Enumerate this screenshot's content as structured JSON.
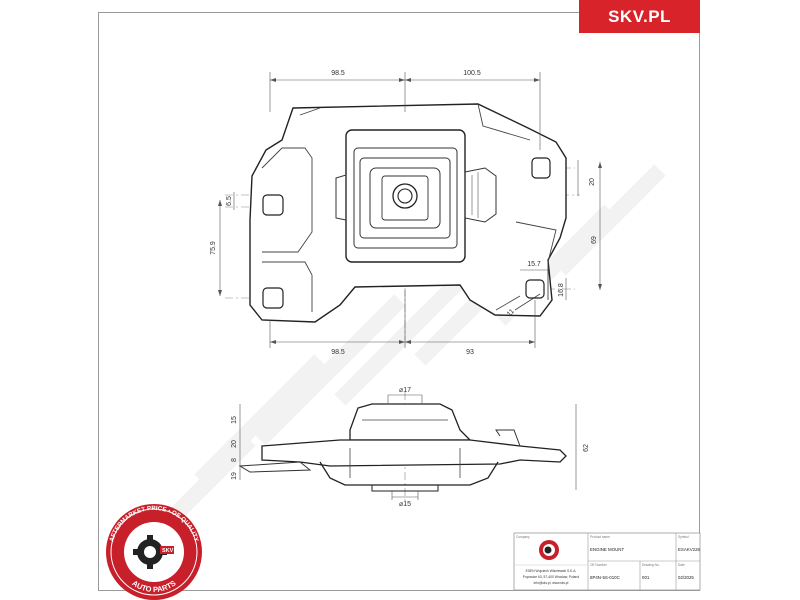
{
  "brand": {
    "tab_label": "SKV.PL",
    "color": "#d8232a"
  },
  "top_view": {
    "dims": {
      "top_left": "98.5",
      "top_right": "100.5",
      "bottom_left": "98.5",
      "bottom_right": "93",
      "left_small": "6.5",
      "left_height": "75.9",
      "right_slot": "20",
      "right_height": "69",
      "right_bottom_width": "15.7",
      "right_bottom_small": "16.8",
      "hole_diameter": "11"
    }
  },
  "side_view": {
    "dims": {
      "top_diameter": "⌀17",
      "bottom_diameter": "⌀15",
      "height": "62",
      "left_a": "15",
      "left_b": "20",
      "left_c": "8",
      "left_d": "19"
    }
  },
  "seal": {
    "top_text": "AFTERMARKET PRICE • OE QUALITY",
    "bottom_text": "AUTO PARTS",
    "center_text": "SKV"
  },
  "title_block": {
    "labels": {
      "company": "Company",
      "product_name": "Product name",
      "symbol": "Symbol",
      "oe_number": "OE Number",
      "drawing_no": "Drawing No.",
      "date": "Date"
    },
    "product_name": "ENGINE MOUNT",
    "symbol": "ESAKV226",
    "oe_number": "8P4N-5S-010C",
    "drawing_no": "001",
    "date": "02/2025",
    "company_lines": [
      "ESEN Wojciech Wisniewski S.K.A.",
      "Popowice 63, 57-400 Wroclaw, Poland",
      "info@skv.pl, www.skv.pl"
    ]
  }
}
